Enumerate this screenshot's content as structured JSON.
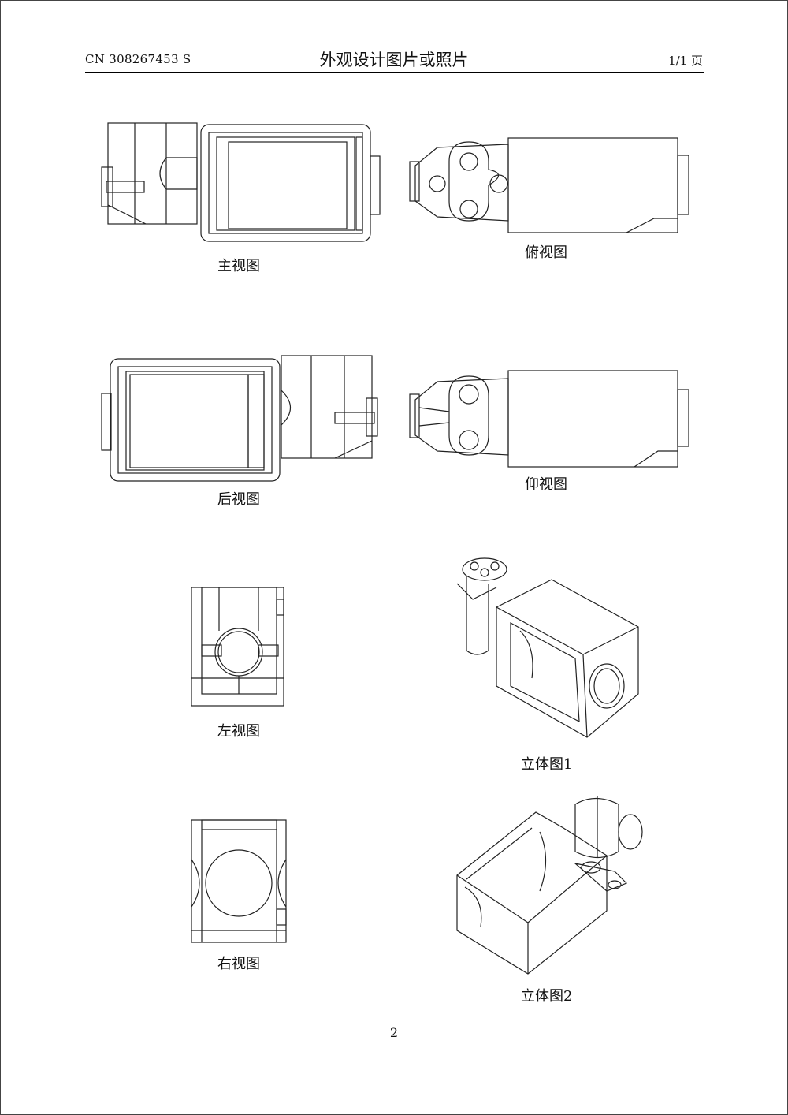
{
  "header": {
    "doc_number": "CN 308267453 S",
    "title": "外观设计图片或照片",
    "page_indicator": "1/1 页"
  },
  "views": {
    "front": "主视图",
    "top": "俯视图",
    "rear": "后视图",
    "bottom": "仰视图",
    "left": "左视图",
    "perspective1": "立体图1",
    "right": "右视图",
    "perspective2": "立体图2"
  },
  "footer": {
    "page_number": "2"
  }
}
